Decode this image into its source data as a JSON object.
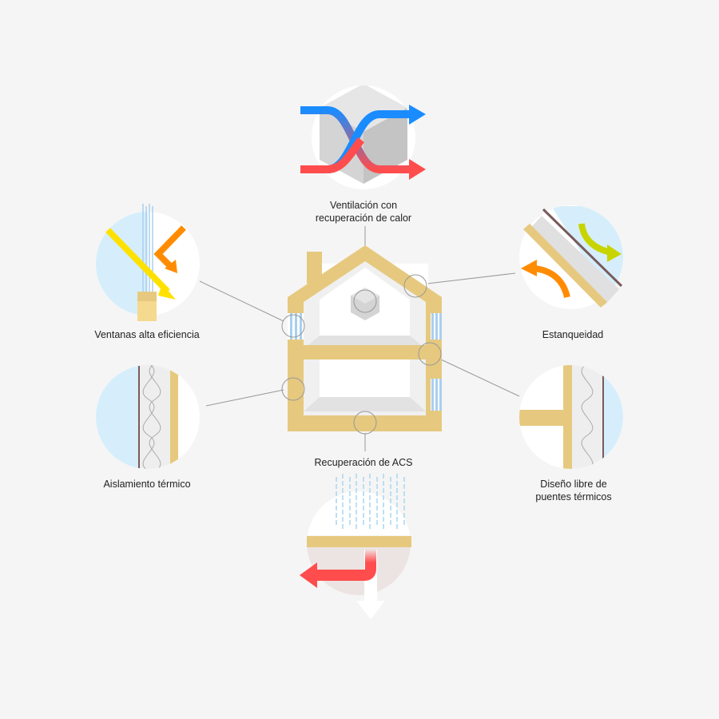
{
  "labels": {
    "ventilation_line1": "Ventilación con",
    "ventilation_line2": "recuperación de calor",
    "windows": "Ventanas alta eficiencia",
    "airtightness": "Estanqueidad",
    "insulation": "Aislamiento térmico",
    "thermal_bridges_line1": "Diseño libre de",
    "thermal_bridges_line2": "puentes térmicos",
    "hot_water_recovery": "Recuperación de ACS"
  },
  "colors": {
    "background": "#f5f5f5",
    "wall": "#e6c97f",
    "glass": "#a9cff0",
    "sky": "#d6eefb",
    "cold_air": "#1a8cff",
    "warm_air": "#ff4d4d",
    "sun": "#ffe100",
    "orange": "#ff8c00",
    "lime": "#c8d400"
  }
}
